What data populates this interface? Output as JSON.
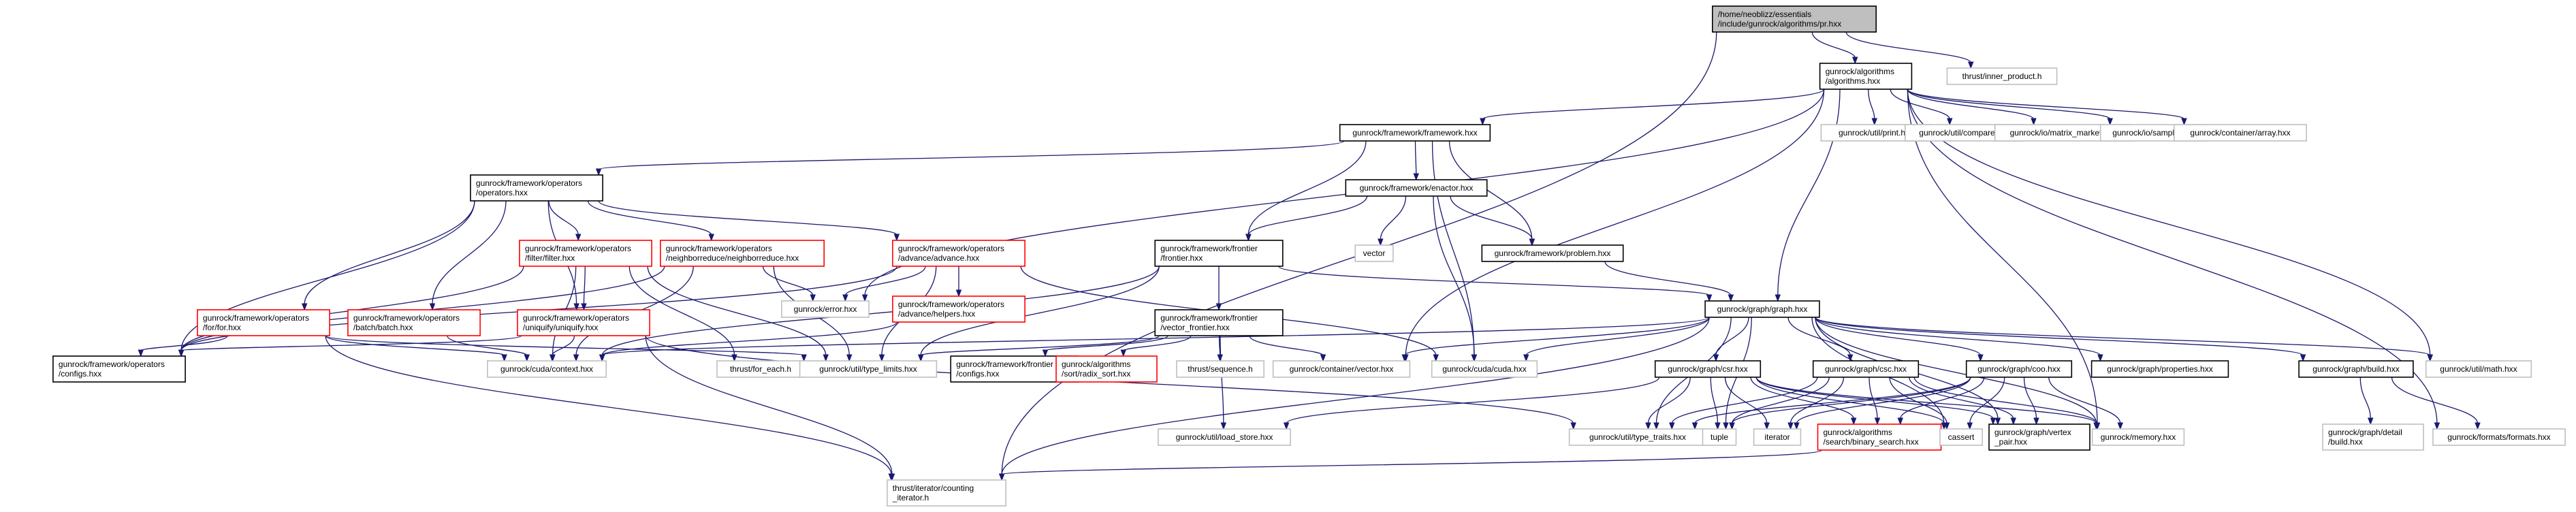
{
  "diagram": {
    "title": "",
    "nodes": [
      {
        "id": "pr",
        "lines": [
          "/home/neoblizz/essentials",
          "/include/gunrock/algorithms/pr.hxx"
        ],
        "style": "root"
      },
      {
        "id": "alg",
        "lines": [
          "gunrock/algorithms",
          "/algorithms.hxx"
        ],
        "style": "doc"
      },
      {
        "id": "inner",
        "lines": [
          "thrust/inner_product.h"
        ],
        "style": "ext"
      },
      {
        "id": "fw",
        "lines": [
          "gunrock/framework/framework.hxx"
        ],
        "style": "doc"
      },
      {
        "id": "print",
        "lines": [
          "gunrock/util/print.hxx"
        ],
        "style": "ext"
      },
      {
        "id": "compare",
        "lines": [
          "gunrock/util/compare.hxx"
        ],
        "style": "ext"
      },
      {
        "id": "mm",
        "lines": [
          "gunrock/io/matrix_market.hxx"
        ],
        "style": "ext"
      },
      {
        "id": "sample",
        "lines": [
          "gunrock/io/sample.hxx"
        ],
        "style": "ext"
      },
      {
        "id": "array",
        "lines": [
          "gunrock/container/array.hxx"
        ],
        "style": "ext"
      },
      {
        "id": "ops",
        "lines": [
          "gunrock/framework/operators",
          "/operators.hxx"
        ],
        "style": "doc"
      },
      {
        "id": "enactor",
        "lines": [
          "gunrock/framework/enactor.hxx"
        ],
        "style": "doc"
      },
      {
        "id": "filter",
        "lines": [
          "gunrock/framework/operators",
          "/filter/filter.hxx"
        ],
        "style": "red"
      },
      {
        "id": "nbr",
        "lines": [
          "gunrock/framework/operators",
          "/neighborreduce/neighborreduce.hxx"
        ],
        "style": "red"
      },
      {
        "id": "advance",
        "lines": [
          "gunrock/framework/operators",
          "/advance/advance.hxx"
        ],
        "style": "red"
      },
      {
        "id": "frontier",
        "lines": [
          "gunrock/framework/frontier",
          "/frontier.hxx"
        ],
        "style": "doc"
      },
      {
        "id": "vector",
        "lines": [
          "vector"
        ],
        "style": "ext"
      },
      {
        "id": "problem",
        "lines": [
          "gunrock/framework/problem.hxx"
        ],
        "style": "doc"
      },
      {
        "id": "error",
        "lines": [
          "gunrock/error.hxx"
        ],
        "style": "ext"
      },
      {
        "id": "helpers",
        "lines": [
          "gunrock/framework/operators",
          "/advance/helpers.hxx"
        ],
        "style": "red"
      },
      {
        "id": "forop",
        "lines": [
          "gunrock/framework/operators",
          "/for/for.hxx"
        ],
        "style": "red"
      },
      {
        "id": "batch",
        "lines": [
          "gunrock/framework/operators",
          "/batch/batch.hxx"
        ],
        "style": "red"
      },
      {
        "id": "uniquify",
        "lines": [
          "gunrock/framework/operators",
          "/uniquify/uniquify.hxx"
        ],
        "style": "red"
      },
      {
        "id": "vfrontier",
        "lines": [
          "gunrock/framework/frontier",
          "/vector_frontier.hxx"
        ],
        "style": "doc"
      },
      {
        "id": "graph",
        "lines": [
          "gunrock/graph/graph.hxx"
        ],
        "style": "doc"
      },
      {
        "id": "opconfigs",
        "lines": [
          "gunrock/framework/operators",
          "/configs.hxx"
        ],
        "style": "doc"
      },
      {
        "id": "context",
        "lines": [
          "gunrock/cuda/context.hxx"
        ],
        "style": "ext"
      },
      {
        "id": "foreach",
        "lines": [
          "thrust/for_each.h"
        ],
        "style": "ext"
      },
      {
        "id": "typelimits",
        "lines": [
          "gunrock/util/type_limits.hxx"
        ],
        "style": "ext"
      },
      {
        "id": "frconfigs",
        "lines": [
          "gunrock/framework/frontier",
          "/configs.hxx"
        ],
        "style": "doc"
      },
      {
        "id": "radix",
        "lines": [
          "gunrock/algorithms",
          "/sort/radix_sort.hxx"
        ],
        "style": "red"
      },
      {
        "id": "sequence",
        "lines": [
          "thrust/sequence.h"
        ],
        "style": "ext"
      },
      {
        "id": "cvector",
        "lines": [
          "gunrock/container/vector.hxx"
        ],
        "style": "ext"
      },
      {
        "id": "cuda",
        "lines": [
          "gunrock/cuda/cuda.hxx"
        ],
        "style": "ext"
      },
      {
        "id": "csr",
        "lines": [
          "gunrock/graph/csr.hxx"
        ],
        "style": "doc"
      },
      {
        "id": "csc",
        "lines": [
          "gunrock/graph/csc.hxx"
        ],
        "style": "doc"
      },
      {
        "id": "coo",
        "lines": [
          "gunrock/graph/coo.hxx"
        ],
        "style": "doc"
      },
      {
        "id": "props",
        "lines": [
          "gunrock/graph/properties.hxx"
        ],
        "style": "doc"
      },
      {
        "id": "build",
        "lines": [
          "gunrock/graph/build.hxx"
        ],
        "style": "doc"
      },
      {
        "id": "umath",
        "lines": [
          "gunrock/util/math.hxx"
        ],
        "style": "ext"
      },
      {
        "id": "loadstore",
        "lines": [
          "gunrock/util/load_store.hxx"
        ],
        "style": "ext"
      },
      {
        "id": "typetraits",
        "lines": [
          "gunrock/util/type_traits.hxx"
        ],
        "style": "ext"
      },
      {
        "id": "tuple",
        "lines": [
          "tuple"
        ],
        "style": "ext"
      },
      {
        "id": "iterator",
        "lines": [
          "iterator"
        ],
        "style": "ext"
      },
      {
        "id": "bsearch",
        "lines": [
          "gunrock/algorithms",
          "/search/binary_search.hxx"
        ],
        "style": "red"
      },
      {
        "id": "cassert",
        "lines": [
          "cassert"
        ],
        "style": "ext"
      },
      {
        "id": "vpair",
        "lines": [
          "gunrock/graph/vertex",
          "_pair.hxx"
        ],
        "style": "doc"
      },
      {
        "id": "memory",
        "lines": [
          "gunrock/memory.hxx"
        ],
        "style": "ext"
      },
      {
        "id": "detailbuild",
        "lines": [
          "gunrock/graph/detail",
          "/build.hxx"
        ],
        "style": "ext"
      },
      {
        "id": "formats",
        "lines": [
          "gunrock/formats/formats.hxx"
        ],
        "style": "ext"
      },
      {
        "id": "counting",
        "lines": [
          "thrust/iterator/counting",
          "_iterator.h"
        ],
        "style": "ext"
      }
    ],
    "edges": [
      [
        "pr",
        "alg"
      ],
      [
        "pr",
        "inner"
      ],
      [
        "pr",
        "counting"
      ],
      [
        "alg",
        "fw"
      ],
      [
        "alg",
        "print"
      ],
      [
        "alg",
        "compare"
      ],
      [
        "alg",
        "mm"
      ],
      [
        "alg",
        "sample"
      ],
      [
        "alg",
        "array"
      ],
      [
        "alg",
        "graph"
      ],
      [
        "alg",
        "error"
      ],
      [
        "alg",
        "cvector"
      ],
      [
        "alg",
        "memory"
      ],
      [
        "alg",
        "formats"
      ],
      [
        "alg",
        "umath"
      ],
      [
        "fw",
        "ops"
      ],
      [
        "fw",
        "enactor"
      ],
      [
        "fw",
        "frontier"
      ],
      [
        "fw",
        "problem"
      ],
      [
        "fw",
        "cuda"
      ],
      [
        "ops",
        "filter"
      ],
      [
        "ops",
        "nbr"
      ],
      [
        "ops",
        "advance"
      ],
      [
        "ops",
        "forop"
      ],
      [
        "ops",
        "batch"
      ],
      [
        "ops",
        "uniquify"
      ],
      [
        "ops",
        "opconfigs"
      ],
      [
        "enactor",
        "frontier"
      ],
      [
        "enactor",
        "vector"
      ],
      [
        "enactor",
        "problem"
      ],
      [
        "enactor",
        "cuda"
      ],
      [
        "filter",
        "uniquify"
      ],
      [
        "filter",
        "opconfigs"
      ],
      [
        "filter",
        "context"
      ],
      [
        "filter",
        "typelimits"
      ],
      [
        "filter",
        "foreach"
      ],
      [
        "nbr",
        "error"
      ],
      [
        "nbr",
        "opconfigs"
      ],
      [
        "nbr",
        "context"
      ],
      [
        "nbr",
        "typelimits"
      ],
      [
        "advance",
        "helpers"
      ],
      [
        "advance",
        "error"
      ],
      [
        "advance",
        "opconfigs"
      ],
      [
        "advance",
        "cuda"
      ],
      [
        "advance",
        "typelimits"
      ],
      [
        "helpers",
        "context"
      ],
      [
        "forop",
        "opconfigs"
      ],
      [
        "forop",
        "context"
      ],
      [
        "forop",
        "counting"
      ],
      [
        "forop",
        "typelimits"
      ],
      [
        "batch",
        "context"
      ],
      [
        "uniquify",
        "opconfigs"
      ],
      [
        "uniquify",
        "context"
      ],
      [
        "uniquify",
        "typetraits"
      ],
      [
        "uniquify",
        "counting"
      ],
      [
        "frontier",
        "vfrontier"
      ],
      [
        "frontier",
        "graph"
      ],
      [
        "frontier",
        "context"
      ],
      [
        "frontier",
        "typelimits"
      ],
      [
        "vfrontier",
        "frconfigs"
      ],
      [
        "vfrontier",
        "radix"
      ],
      [
        "vfrontier",
        "sequence"
      ],
      [
        "vfrontier",
        "cvector"
      ],
      [
        "vfrontier",
        "typelimits"
      ],
      [
        "vfrontier",
        "loadstore"
      ],
      [
        "problem",
        "graph"
      ],
      [
        "graph",
        "csr"
      ],
      [
        "graph",
        "csc"
      ],
      [
        "graph",
        "coo"
      ],
      [
        "graph",
        "props"
      ],
      [
        "graph",
        "build"
      ],
      [
        "graph",
        "umath"
      ],
      [
        "graph",
        "cuda"
      ],
      [
        "graph",
        "cvector"
      ],
      [
        "graph",
        "typetraits"
      ],
      [
        "graph",
        "tuple"
      ],
      [
        "graph",
        "cassert"
      ],
      [
        "graph",
        "vpair"
      ],
      [
        "graph",
        "memory"
      ],
      [
        "graph",
        "counting"
      ],
      [
        "graph",
        "context"
      ],
      [
        "csr",
        "loadstore"
      ],
      [
        "csr",
        "typetraits"
      ],
      [
        "csr",
        "tuple"
      ],
      [
        "csr",
        "iterator"
      ],
      [
        "csr",
        "bsearch"
      ],
      [
        "csr",
        "cassert"
      ],
      [
        "csr",
        "vpair"
      ],
      [
        "csr",
        "memory"
      ],
      [
        "csc",
        "typetraits"
      ],
      [
        "csc",
        "tuple"
      ],
      [
        "csc",
        "iterator"
      ],
      [
        "csc",
        "bsearch"
      ],
      [
        "csc",
        "cassert"
      ],
      [
        "csc",
        "vpair"
      ],
      [
        "csc",
        "memory"
      ],
      [
        "coo",
        "typetraits"
      ],
      [
        "coo",
        "tuple"
      ],
      [
        "coo",
        "iterator"
      ],
      [
        "coo",
        "bsearch"
      ],
      [
        "coo",
        "cassert"
      ],
      [
        "coo",
        "vpair"
      ],
      [
        "coo",
        "memory"
      ],
      [
        "bsearch",
        "counting"
      ],
      [
        "build",
        "detailbuild"
      ],
      [
        "build",
        "formats"
      ]
    ]
  }
}
